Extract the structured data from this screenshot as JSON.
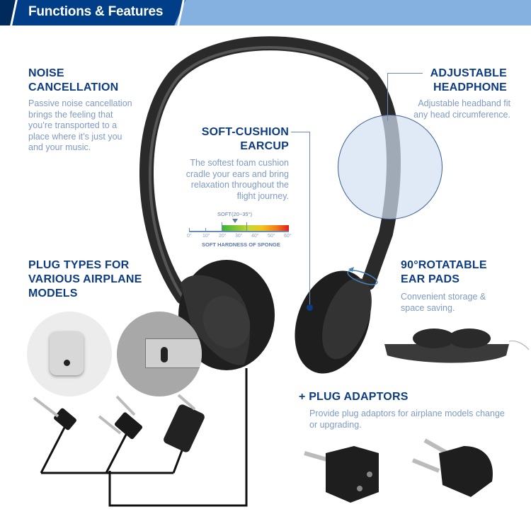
{
  "header": {
    "title": "Functions & Features"
  },
  "colors": {
    "header_dark": "#003f87",
    "header_light": "#84b1df",
    "title": "#0d3c82",
    "body_text": "#7d9bc4"
  },
  "features": {
    "noise": {
      "title_line1": "NOISE",
      "title_line2": "CANCELLATION",
      "desc": [
        "Passive noise cancellation",
        "brings the feeling that",
        "you’re transported to a",
        "place where it’s just you",
        "and your music."
      ]
    },
    "cushion": {
      "title_line1": "SOFT-CUSHION",
      "title_line2": "EARCUP",
      "desc": [
        "The softest foam cushion",
        "cradle your ears and bring",
        "relaxation throughout the",
        "flight journey."
      ]
    },
    "adjustable": {
      "title_line1": "ADJUSTABLE",
      "title_line2": "HEADPHONE",
      "desc": [
        "Adjustable headband fit",
        "any head circumference."
      ]
    },
    "plug_types": {
      "title_line1": "PLUG TYPES FOR",
      "title_line2": "VARIOUS AIRPLANE",
      "title_line3": "MODELS"
    },
    "rotatable": {
      "title_line1": "90°ROTATABLE",
      "title_line2": "EAR PADS",
      "desc": [
        "Convenient storage &",
        "space saving."
      ]
    },
    "adaptors": {
      "title": "+ PLUG ADAPTORS",
      "desc": [
        "Provide plug adaptors for airplane models change",
        "or upgrading."
      ]
    }
  },
  "hardness_scale": {
    "marker_label": "SOFT(20~35°)",
    "ticks": [
      "0°",
      "10°",
      "20°",
      "30°",
      "40°",
      "50°",
      "60°"
    ],
    "caption": "SOFT HARDNESS OF SPONGE",
    "soft_range": [
      20,
      35
    ],
    "range": [
      0,
      60
    ]
  }
}
